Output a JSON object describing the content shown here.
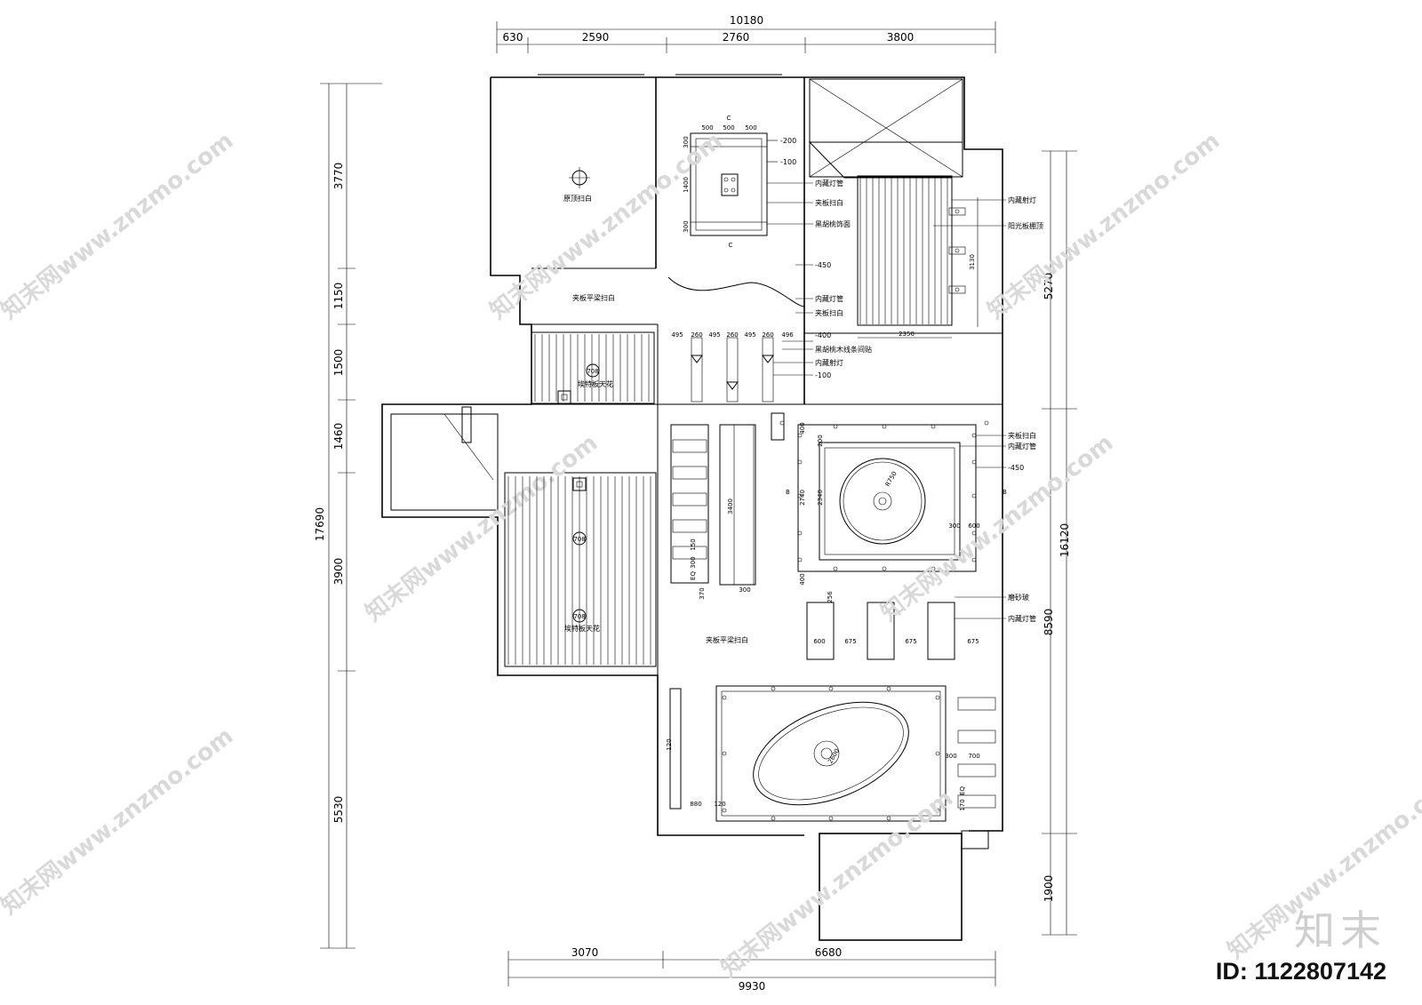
{
  "dims": {
    "top_total": "10180",
    "top_segments": [
      "630",
      "2590",
      "2760",
      "3800"
    ],
    "left_total": "17690",
    "left_segments": [
      "3770",
      "1150",
      "1500",
      "1460",
      "3900",
      "5530"
    ],
    "right_upper": "5270",
    "right_total": "16120",
    "right_lower": "8590",
    "right_bottom": "1900",
    "bottom_segments": [
      "3070",
      "6680"
    ],
    "bottom_total": "9930"
  },
  "labels": {
    "original_white": "原顶扫白",
    "plywood_beam_1": "夹板平梁扫白",
    "egg_ceiling_1": "埃特板天花",
    "egg_ceiling_2": "埃特板天花",
    "plywood_beam_2": "夹板平梁扫白",
    "code_708": "708",
    "code_708b": "708",
    "code_708c": "708",
    "section_c": "C",
    "section_b": "B"
  },
  "notes": {
    "hidden_tube_1": "内藏灯管",
    "plywood_white_1": "夹板扫白",
    "walnut_face": "黑胡桃饰面",
    "level_450": "-450",
    "hidden_tube_2": "内藏灯管",
    "plywood_white_2": "夹板扫白",
    "level_400": "-400",
    "walnut_strip": "黑胡桃木线条间贴",
    "hidden_spot_1": "内藏射灯",
    "level_100b": "-100",
    "level_200": "-200",
    "level_100": "-100",
    "hidden_spot_2": "内藏射灯",
    "sun_canopy": "阳光板棚顶",
    "plywood_white_3": "夹板扫白",
    "hidden_tube_3": "内藏灯管",
    "level_450b": "-450",
    "frosted_glass": "磨砂玻",
    "hidden_tube_4": "内藏灯管"
  },
  "small_dims": {
    "bed_top": [
      "500",
      "500",
      "500"
    ],
    "bed_left": [
      "300",
      "1400",
      "300"
    ],
    "canopy_w": "2350",
    "canopy_h": "3130",
    "strips": [
      "495",
      "260",
      "495",
      "260",
      "495",
      "260",
      "496"
    ],
    "circle_r": "R750",
    "living_w": "2740",
    "living_w2": "2340",
    "living_400a": "400",
    "living_400b": "400",
    "living_200": "200",
    "living_300": "300",
    "living_600": "600",
    "corridor_len": "3400",
    "corridor_150": "150",
    "corridor_300": "300",
    "corridor_eq": "EQ",
    "corridor_370": "370",
    "corridor_300b": "300",
    "glass_256": "256",
    "glass_gaps": [
      "600",
      "675",
      "675",
      "675"
    ],
    "dining_120a": "120",
    "dining_880": "880",
    "dining_120b": "120",
    "dining_300": "300",
    "dining_700": "700",
    "dining_170": "170",
    "dining_eq": "EQ",
    "oval_label": "2600"
  },
  "watermark": {
    "text": "知末网www.znzmo.com"
  },
  "brand": {
    "logo": "知末",
    "id": "ID: 1122807142"
  }
}
